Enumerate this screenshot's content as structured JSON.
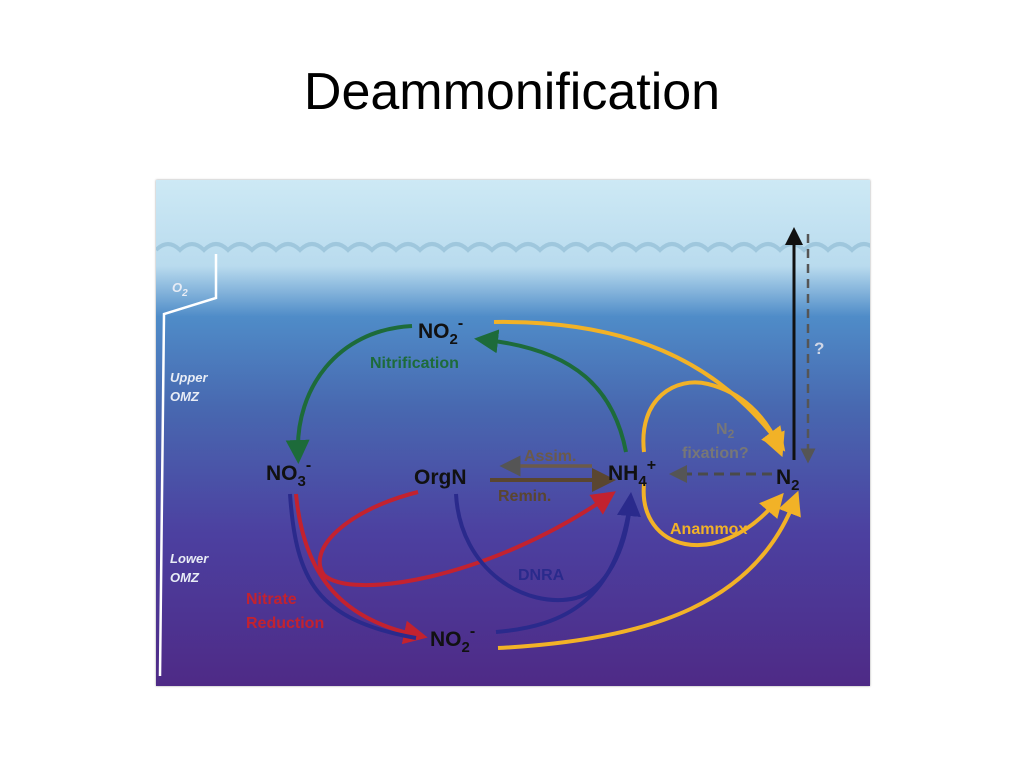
{
  "title": "Deammonification",
  "zones": {
    "o2": "O",
    "o2_sub": "2",
    "upper": [
      "Upper",
      "OMZ"
    ],
    "lower": [
      "Lower",
      "OMZ"
    ]
  },
  "species": {
    "no2_top": {
      "base": "NO",
      "sub": "2",
      "sup": "-"
    },
    "no3": {
      "base": "NO",
      "sub": "3",
      "sup": "-"
    },
    "orgn": "OrgN",
    "nh4": {
      "base": "NH",
      "sub": "4",
      "sup": "+"
    },
    "n2": {
      "base": "N",
      "sub": "2"
    },
    "no2_bottom": {
      "base": "NO",
      "sub": "2",
      "sup": "-"
    }
  },
  "processes": {
    "nitrification": "Nitrification",
    "assim": "Assim.",
    "remin": "Remin.",
    "n2_fixation_n": "N",
    "n2_fixation_sub": "2",
    "n2_fixation": "fixation?",
    "anammox": "Anammox",
    "dnra": "DNRA",
    "nitrate_reduction": [
      "Nitrate",
      "Reduction"
    ],
    "question": "?"
  },
  "colors": {
    "nitrification": "#1d6b3a",
    "anammox": "#f2b227",
    "nitrate_reduction": "#c3222f",
    "dnra": "#2a2a8c",
    "remin": "#5a4630",
    "assim": "#6b5a4a",
    "n2_fixation": "#4a4a4a",
    "surface": "#cde9f5",
    "deep": "#4e2a86"
  }
}
